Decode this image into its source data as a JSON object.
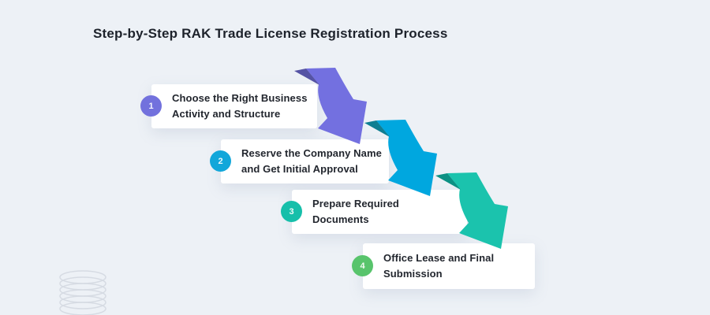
{
  "title": "Step-by-Step RAK Trade License Registration Process",
  "steps": [
    {
      "number": "1",
      "line1": "Choose the Right Business",
      "line2": "Activity and Structure"
    },
    {
      "number": "2",
      "line1": "Reserve the Company Name",
      "line2": "and Get Initial Approval"
    },
    {
      "number": "3",
      "line1": "Prepare Required",
      "line2": "Documents"
    },
    {
      "number": "4",
      "line1": "Office Lease and Final",
      "line2": "Submission"
    }
  ],
  "colors": {
    "background": "#EDF1F6",
    "card": "#FFFFFF",
    "title_text": "#1D222B",
    "step_text": "#22262E",
    "step1": "#7271DD",
    "step2": "#12A7DA",
    "step3": "#16BFAA",
    "step4": "#58C46C",
    "arrow1": "#7370E0",
    "arrow1_fold": "#5553A4",
    "arrow2": "#00A7DF",
    "arrow2_fold": "#0F7E92",
    "arrow3": "#1BC3AD",
    "arrow3_fold": "#0C9184",
    "coil": "#D6DBE3"
  }
}
